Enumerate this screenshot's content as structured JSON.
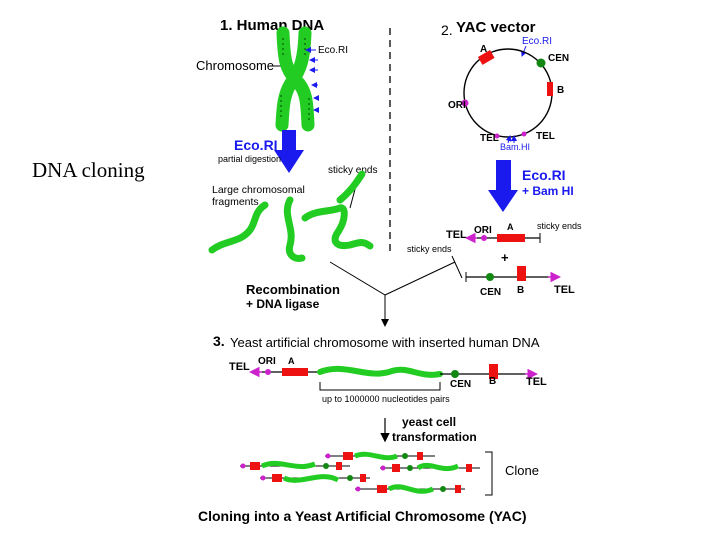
{
  "slide_title": "DNA cloning",
  "section1": {
    "heading": "1. Human DNA",
    "chromosome_label": "Chromosome",
    "enzyme_small": "Eco.RI",
    "enzyme_big": "Eco.RI",
    "digestion": "partial digestion",
    "sticky_ends": "sticky ends",
    "fragments_line1": "Large chromosomal",
    "fragments_line2": "fragments"
  },
  "section2": {
    "heading_num": "2.",
    "heading": "YAC vector",
    "eco_label": "Eco.RI",
    "a": "A",
    "cen": "CEN",
    "b": "B",
    "ori": "ORI",
    "tel_left": "TEL",
    "tel_right": "TEL",
    "bam": "Bam.HI",
    "cut_line1": "Eco.RI",
    "cut_line2": "+ Bam HI",
    "tel": "TEL",
    "ori2": "ORI",
    "a2": "A",
    "sticky_right": "sticky ends",
    "sticky_left": "sticky ends",
    "plus": "+",
    "cen2": "CEN",
    "b2": "B",
    "tel2": "TEL"
  },
  "recombination": {
    "line1": "Recombination",
    "line2": "+ DNA ligase"
  },
  "section3": {
    "num": "3.",
    "heading": "Yeast artificial chromosome with inserted human DNA",
    "tel_left": "TEL",
    "ori": "ORI",
    "a": "A",
    "cen": "CEN",
    "b": "B",
    "tel_right": "TEL",
    "size": "up to 1000000 nucleotides pairs",
    "transform_line1": "yeast cell",
    "transform_line2": "transformation",
    "clone": "Clone"
  },
  "footer": "Cloning into a Yeast Artificial Chromosome (YAC)",
  "colors": {
    "chromosome_green": "#22cc22",
    "arrow_blue": "#1a1aee",
    "enzyme_blue": "#1a1aee",
    "marker_red": "#ee1111",
    "ori_magenta": "#cc22cc",
    "cen_green": "#118811",
    "tel_arrow": "#cc22cc"
  }
}
